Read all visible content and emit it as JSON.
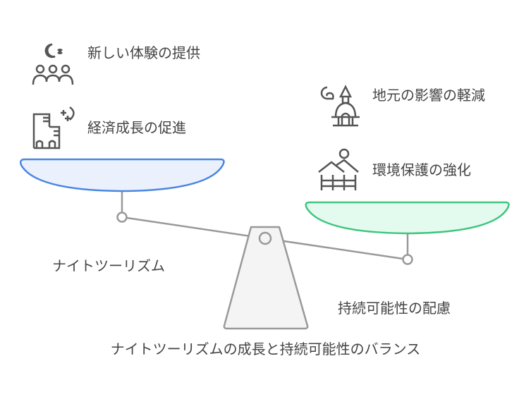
{
  "title": "ナイトツーリズムの成長と持続可能性のバランス",
  "left": {
    "label": "ナイトツーリズム",
    "items": [
      {
        "text": "新しい体験の提供",
        "icon": "moon-people-icon"
      },
      {
        "text": "経済成長の促進",
        "icon": "night-buildings-icon"
      }
    ],
    "color": "#4a86e0",
    "fill": "#eaf1fd"
  },
  "right": {
    "label": "持続可能性の配慮",
    "items": [
      {
        "text": "地元の影響の軽減",
        "icon": "temple-icon"
      },
      {
        "text": "環境保護の強化",
        "icon": "landscape-fence-icon"
      }
    ],
    "color": "#3fc47e",
    "fill": "#e3fbee"
  }
}
